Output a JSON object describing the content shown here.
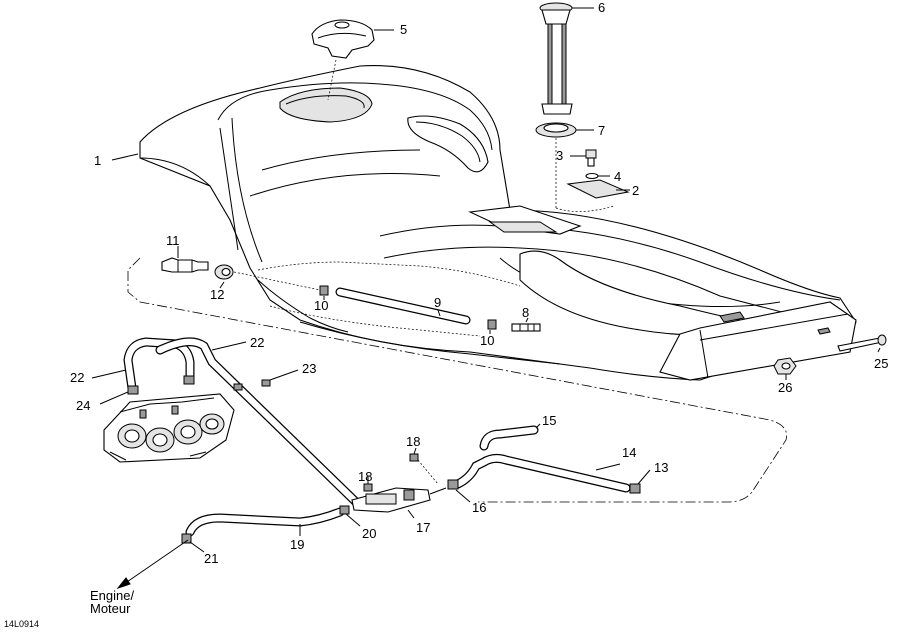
{
  "diagram": {
    "callouts": [
      "1",
      "2",
      "3",
      "4",
      "5",
      "6",
      "7",
      "8",
      "9",
      "10",
      "10",
      "11",
      "12",
      "13",
      "14",
      "15",
      "16",
      "17",
      "18",
      "18",
      "19",
      "20",
      "21",
      "22",
      "22",
      "23",
      "24",
      "25",
      "26"
    ],
    "direction_label_line1": "Engine/",
    "direction_label_line2": "Moteur",
    "figure_code": "14L0914"
  }
}
